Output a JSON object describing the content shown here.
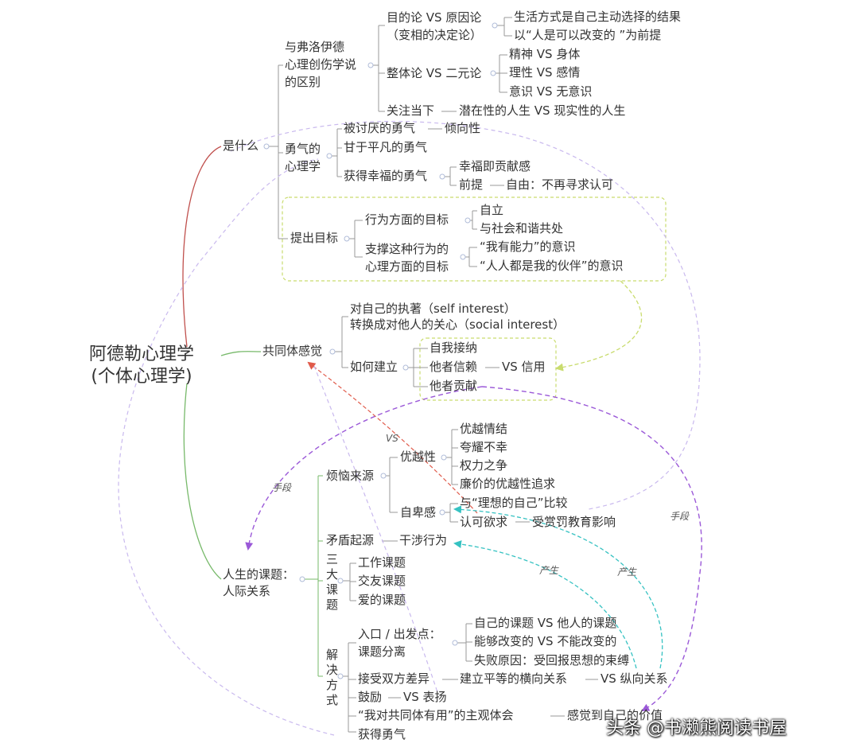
{
  "root": {
    "line1": "阿德勒心理学",
    "line2": "(个体心理学)"
  },
  "what": {
    "label": "是什么",
    "freud": {
      "title": [
        "与弗洛伊德",
        "心理创伤学说",
        "的区别"
      ],
      "teleology": [
        "目的论 VS 原因论",
        "（变相的决定论）"
      ],
      "teleology_children": [
        "生活方式是自己主动选择的结果",
        "以“人是可以改变的 ”为前提"
      ],
      "holism": "整体论 VS 二元论",
      "holism_children": [
        "精神 VS 身体",
        "理性 VS 感情",
        "意识 VS 无意识"
      ],
      "present": "关注当下",
      "present_child": "潜在性的人生 VS 现实性的人生"
    },
    "courage": {
      "title": [
        "勇气的",
        "心理学"
      ],
      "disliked": "被讨厌的勇气",
      "disliked_child": "倾向性",
      "ordinary": "甘于平凡的勇气",
      "happy": "获得幸福的勇气",
      "happy_children": [
        "幸福即贡献感",
        "前提"
      ],
      "premise_child": "自由：不再寻求认可"
    },
    "goals": {
      "title": "提出目标",
      "behavior": "行为方面的目标",
      "behavior_children": [
        "自立",
        "与社会和谐共处"
      ],
      "psych": [
        "支撑这种行为的",
        "心理方面的目标"
      ],
      "psych_children": [
        "“我有能力”的意识",
        "“人人都是我的伙伴”的意识"
      ]
    }
  },
  "community": {
    "label": "共同体感觉",
    "item1": "对自己的执著（self interest）",
    "item2": "转换成对他人的关心（social interest）",
    "how": "如何建立",
    "how_children": [
      "自我接纳",
      "他者信赖",
      "他者贡献"
    ],
    "trust_child": "VS 信用"
  },
  "tasks": {
    "label": [
      "人生的课题：",
      "人际关系"
    ],
    "trouble": "烦恼来源",
    "superiority": "优越性",
    "superiority_children": [
      "优越情结",
      "夸耀不幸",
      "权力之争",
      "廉价的优越性追求"
    ],
    "inferiority": "自卑感",
    "inferiority_children": [
      "与“理想的自己”比较",
      "认可欲求"
    ],
    "approval_child": "受赏罚教育影响",
    "conflict": "矛盾起源",
    "conflict_child": "干涉行为",
    "three": [
      "三",
      "大",
      "课",
      "题"
    ],
    "three_children": [
      "工作课题",
      "交友课题",
      "爱的课题"
    ],
    "solution": [
      "解",
      "决",
      "方",
      "式"
    ],
    "separation": [
      "入口 / 出发点：",
      "课题分离"
    ],
    "separation_children": [
      "自己的课题 VS 他人的课题",
      "能够改变的 VS 不能改变的",
      "失败原因：受回报思想的束缚"
    ],
    "accept": "接受双方差异",
    "accept_child": "建立平等的横向关系",
    "vertical": "VS 纵向关系",
    "encourage": "鼓励",
    "encourage_child": "VS 表扬",
    "useful": "“我对共同体有用”的主观体会",
    "useful_child": "感觉到自己的价值",
    "gain": "获得勇气"
  },
  "edge_labels": {
    "vs": "VS",
    "means1": "手段",
    "means2": "手段",
    "produce1": "产生",
    "produce2": "产生"
  },
  "watermark": "头条 @书濑熊阅读书屋",
  "colors": {
    "red": "#c0504d",
    "green": "#77b96a",
    "lime": "#c9dc6e",
    "purple": "#9b59d8",
    "lavender": "#c9b9ee",
    "teal": "#36c2c2",
    "gray": "#999999"
  }
}
